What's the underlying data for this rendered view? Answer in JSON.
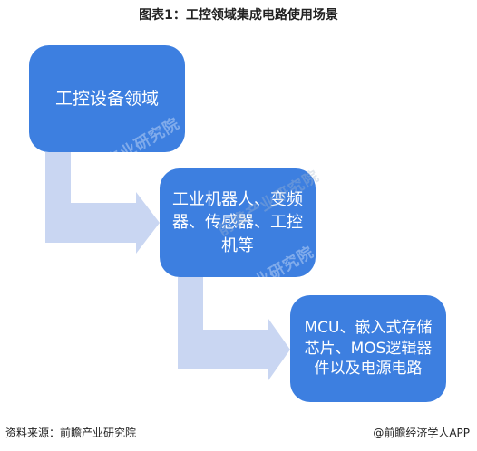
{
  "title": "图表1：工控领域集成电路使用场景",
  "boxes": [
    {
      "text": "工控设备领域"
    },
    {
      "text": "工业机器人、变频器、传感器、工控机等"
    },
    {
      "text": "MCU、嵌入式存储芯片、MOS逻辑器件以及电源电路"
    }
  ],
  "watermark": "前瞻产业研究院",
  "footer": {
    "source": "资料来源：前瞻产业研究院",
    "brand": "@前瞻经济学人APP"
  },
  "colors": {
    "box": "#3d7fe0",
    "arrow": "#c9d6f2"
  }
}
